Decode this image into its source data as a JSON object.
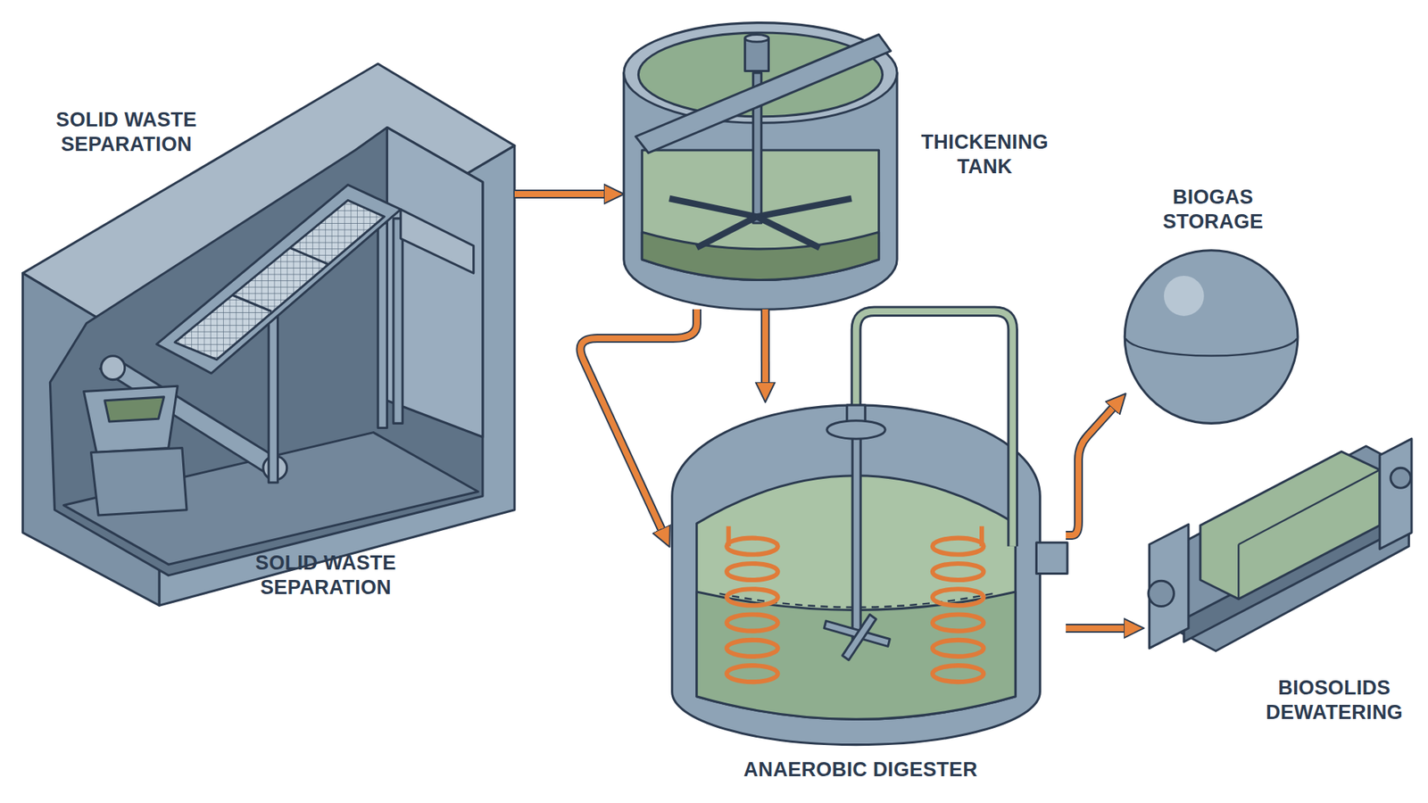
{
  "diagram": {
    "nodes": [
      {
        "text": [
          "SOLID WASTE SEPARATION",
          "SOLID WASTE SEPARATION"
        ]
      },
      {
        "text": [
          "THICKENING TANK"
        ]
      },
      {
        "text": [
          "BIOGAS STORAGE"
        ]
      },
      {
        "text": [
          "ANAEROBIC DIGESTER"
        ]
      },
      {
        "text": [
          "BIOSOLIDS DEWATERING"
        ]
      }
    ],
    "edges": [
      {
        "from": 0,
        "to": 1,
        "arrow": "to"
      },
      {
        "from": 1,
        "to": 3,
        "arrow": "to"
      },
      {
        "from": 1,
        "to": 3,
        "arrow": "to"
      },
      {
        "from": 3,
        "to": 2,
        "arrow": "to"
      },
      {
        "from": 3,
        "to": 4,
        "arrow": "to"
      }
    ]
  }
}
